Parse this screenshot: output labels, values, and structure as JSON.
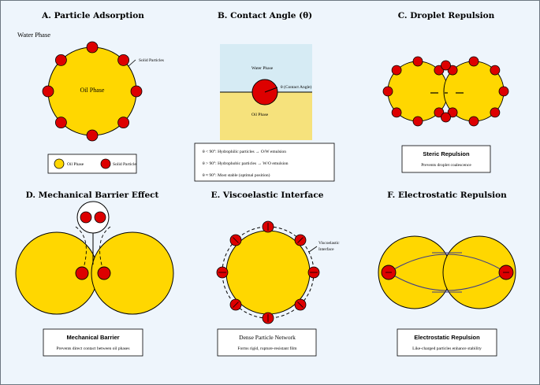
{
  "colors": {
    "page_bg": "#eef5fc",
    "frame": "#6d7781",
    "oil": "#ffd700",
    "particle": "#dd0000",
    "water_layer": "#d6ebf4",
    "oil_layer": "#f6e27c",
    "network": "#3b3b8a"
  },
  "panels": {
    "a": {
      "title": "A. Particle Adsorption",
      "water_label": "Water Phase",
      "oil_label": "Oil Phase",
      "particle_label": "Solid Particles",
      "legend_oil": "Oil Phase",
      "legend_particle": "Solid Particle"
    },
    "b": {
      "title": "B. Contact Angle (θ)",
      "water_label": "Water Phase",
      "oil_label": "Oil Phase",
      "angle_label": "θ (Contact Angle)",
      "notes": [
        "θ < 90°: Hydrophilic particles → O/W emulsion",
        "θ > 90°: Hydrophobic particles → W/O emulsion",
        "θ ≈ 90°: Most stable (optimal position)"
      ]
    },
    "c": {
      "title": "C. Droplet Repulsion",
      "box_title": "Steric Repulsion",
      "box_text": "Prevents droplet coalescence"
    },
    "d": {
      "title": "D. Mechanical Barrier Effect",
      "box_title": "Mechanical Barrier",
      "box_text": "Prevents direct contact between oil phases"
    },
    "e": {
      "title": "E. Viscoelastic Interface",
      "interface_label_1": "Viscoelastic",
      "interface_label_2": "Interface",
      "box_title": "Dense Particle Network",
      "box_text": "Forms rigid, rupture-resistant film"
    },
    "f": {
      "title": "F. Electrostatic Repulsion",
      "box_title": "Electrostatic Repulsion",
      "box_text": "Like-charged particles enhance stability"
    }
  }
}
